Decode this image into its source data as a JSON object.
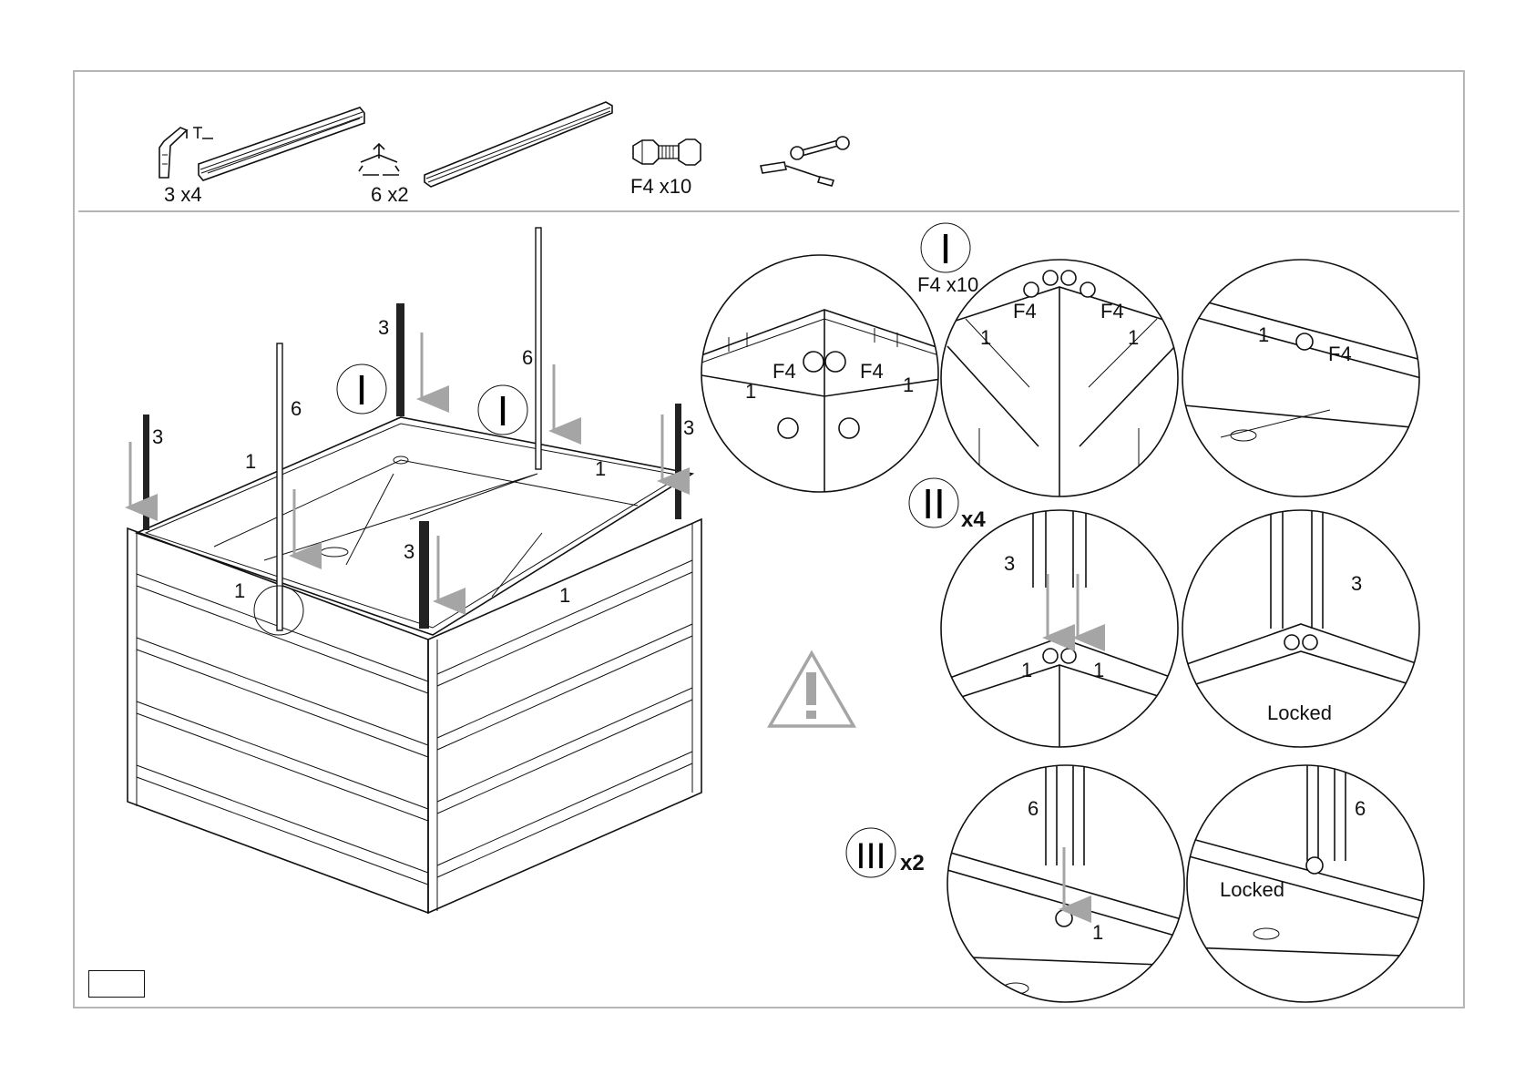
{
  "parts": {
    "corner_post": {
      "qty": "3 x4"
    },
    "t_post": {
      "qty": "6 x2"
    },
    "bolt": {
      "qty": "F4 x10"
    }
  },
  "tools": [
    "wrench-icon",
    "screwdriver-icon"
  ],
  "main": {
    "step_marks": [
      "I",
      "I"
    ],
    "post_labels": {
      "p3a": "3",
      "p6a": "6",
      "p3b": "3",
      "p6b": "6",
      "p3c": "3",
      "p3d": "3"
    },
    "panel_labels": {
      "l1a": "1",
      "l1b": "1",
      "l1c": "1",
      "l1d": "1"
    }
  },
  "steps": {
    "step1": {
      "numeral": "I",
      "qty": "F4 x10"
    },
    "step2": {
      "numeral": "II",
      "mult": "x4"
    },
    "step3": {
      "numeral": "III",
      "mult": "x2"
    }
  },
  "details": {
    "d1": {
      "bolt_left": "F4",
      "bolt_right": "F4",
      "panel_left": "1",
      "panel_right": "1"
    },
    "d2": {
      "bolt_left": "F4",
      "bolt_right": "F4",
      "panel_left": "1",
      "panel_right": "1"
    },
    "d3": {
      "panel": "1",
      "bolt": "F4"
    },
    "d4": {
      "post": "3",
      "panel_left": "1",
      "panel_right": "1"
    },
    "d5": {
      "post": "3",
      "status": "Locked"
    },
    "d6": {
      "post": "6",
      "panel": "1"
    },
    "d7": {
      "post": "6",
      "status": "Locked"
    }
  },
  "colors": {
    "line": "#111111",
    "arrow": "#a5a5a5",
    "border": "#b5b5b5"
  }
}
